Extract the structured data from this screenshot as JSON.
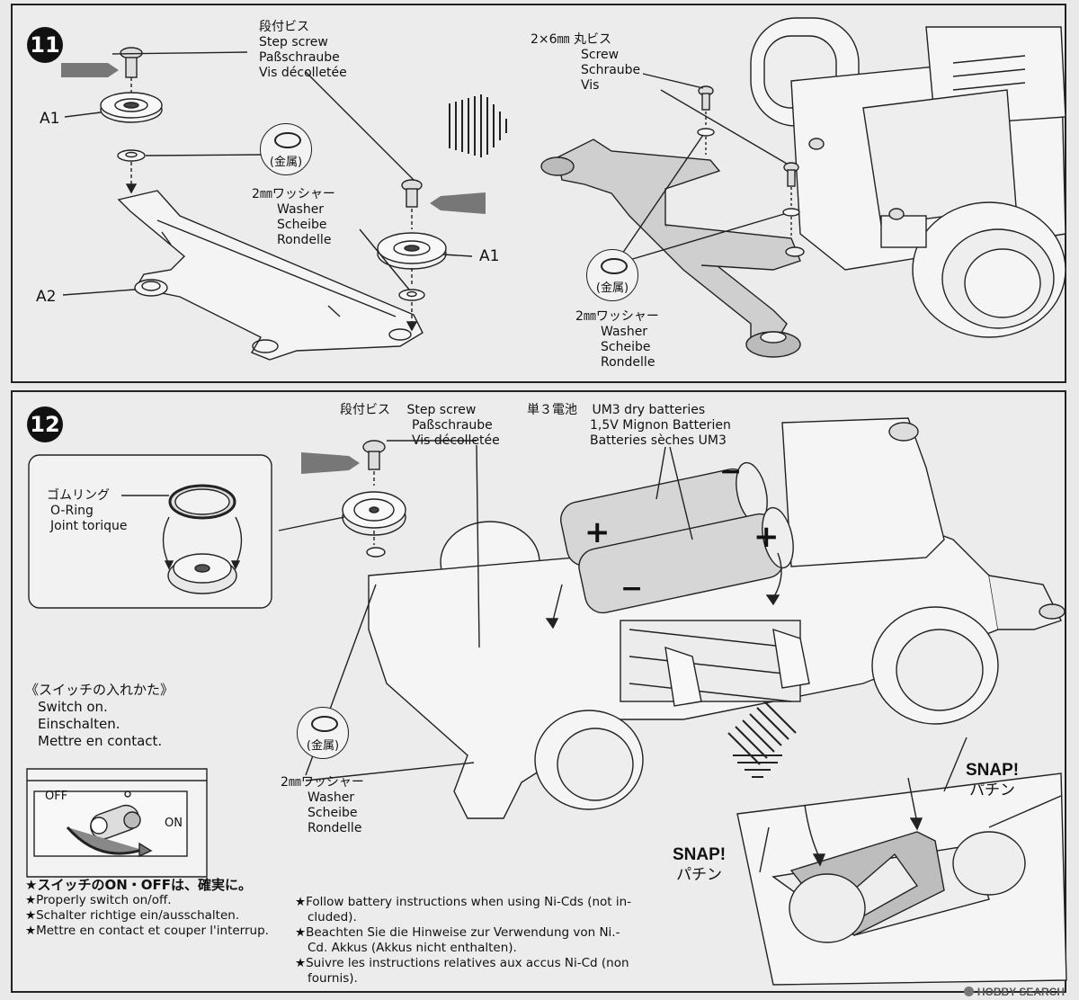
{
  "step11": {
    "number": "11",
    "step_screw": [
      "段付ビス",
      "Step screw",
      "Paßschraube",
      "Vis décolletée"
    ],
    "screw_2x6": [
      "2×6㎜ 丸ビス",
      "Screw",
      "Schraube",
      "Vis"
    ],
    "washer": [
      "2㎜ワッシャー",
      "Washer",
      "Scheibe",
      "Rondelle"
    ],
    "washer_right": [
      "2㎜ワッシャー",
      "Washer",
      "Scheibe",
      "Rondelle"
    ],
    "metal_label": "(金属)",
    "metal_label_right": "(金属)",
    "part_a1_left": "A1",
    "part_a1_right": "A1",
    "part_a2": "A2"
  },
  "step12": {
    "number": "12",
    "step_screw": [
      "段付ビス",
      "Step screw",
      "Paßschraube",
      "Vis décolletée"
    ],
    "batteries": [
      "単３電池",
      "UM3 dry batteries",
      "1,5V Mignon Batterien",
      "Batteries sèches UM3"
    ],
    "oring": [
      "ゴムリング",
      "O-Ring",
      "Joint torique"
    ],
    "washer": [
      "2㎜ワッシャー",
      "Washer",
      "Scheibe",
      "Rondelle"
    ],
    "metal_label": "(金属)",
    "switch_title": "《スイッチの入れかた》",
    "switch_lines": [
      "Switch on.",
      "Einschalten.",
      "Mettre en contact."
    ],
    "switch_off": "OFF",
    "switch_on": "ON",
    "battery_plus": "+",
    "battery_minus": "−",
    "snap_right": [
      "SNAP!",
      "パチン"
    ],
    "snap_left": [
      "SNAP!",
      "パチン"
    ],
    "notes_left": [
      "★スイッチのON・OFFは、確実に。",
      "★Properly switch on/off.",
      "★Schalter richtige ein/ausschalten.",
      "★Mettre en contact et couper l'interrup."
    ],
    "notes_right": [
      "★Follow battery instructions when using Ni-Cds (not in-",
      "cluded).",
      "★Beachten Sie die Hinweise zur Verwendung von Ni.-",
      "Cd. Akkus (Akkus nicht enthalten).",
      "★Suivre les instructions relatives aux accus Ni-Cd (non",
      "fournis)."
    ]
  },
  "watermark": "HOBBY SEARCH"
}
